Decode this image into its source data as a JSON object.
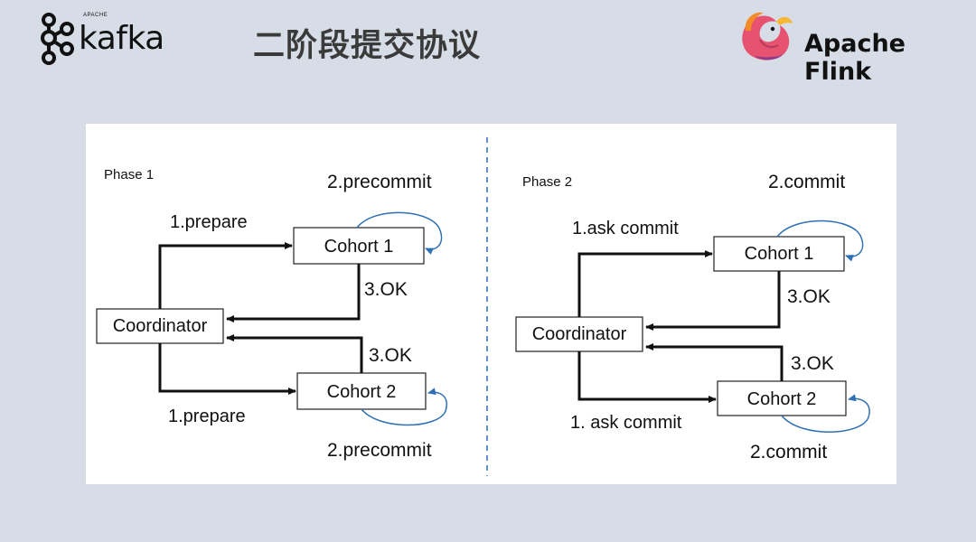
{
  "header": {
    "kafka_apache": "APACHE",
    "kafka_word": "kafka",
    "title": "二阶段提交协议",
    "flink_word": "Apache Flink"
  },
  "phase1": {
    "title": "Phase 1",
    "coordinator": "Coordinator",
    "cohort1": "Cohort 1",
    "cohort2": "Cohort 2",
    "prepare_top": "1.prepare",
    "prepare_bottom": "1.prepare",
    "precommit_top": "2.precommit",
    "precommit_bottom": "2.precommit",
    "ok_top": "3.OK",
    "ok_bottom": "3.OK"
  },
  "phase2": {
    "title": "Phase 2",
    "coordinator": "Coordinator",
    "cohort1": "Cohort 1",
    "cohort2": "Cohort 2",
    "ask_top": "1.ask commit",
    "ask_bottom": "1. ask commit",
    "commit_top": "2.commit",
    "commit_bottom": "2.commit",
    "ok_top": "3.OK",
    "ok_bottom": "3.OK"
  },
  "colors": {
    "background": "#d7dde6",
    "loop_arrow": "#2e6fb5",
    "divider": "#2e6fb5",
    "title_text": "#3a3a3a"
  }
}
